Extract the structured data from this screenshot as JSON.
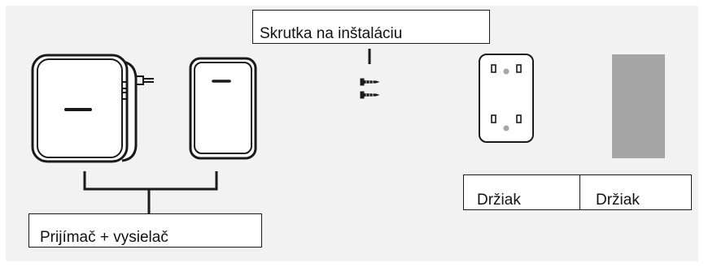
{
  "labels": {
    "screw": "Skrutka na inštaláciu",
    "receiver_transmitter": "Prijímač + vysielač",
    "holder_1": "Držiak",
    "holder_2": "Držiak"
  },
  "colors": {
    "panel_background": "#f2f2f2",
    "outline": "#1a1a1a",
    "adhesive_pad": "#a6a6a6",
    "mount_plate_dots": "#a6a6a6"
  },
  "items": [
    {
      "name": "receiver",
      "icon": "plug-in-receiver-icon"
    },
    {
      "name": "transmitter",
      "icon": "doorbell-button-icon"
    },
    {
      "name": "screws",
      "icon": "screw-icon",
      "count": 2
    },
    {
      "name": "holder",
      "icon": "mounting-plate-icon"
    },
    {
      "name": "holder",
      "icon": "adhesive-pad-icon"
    }
  ]
}
